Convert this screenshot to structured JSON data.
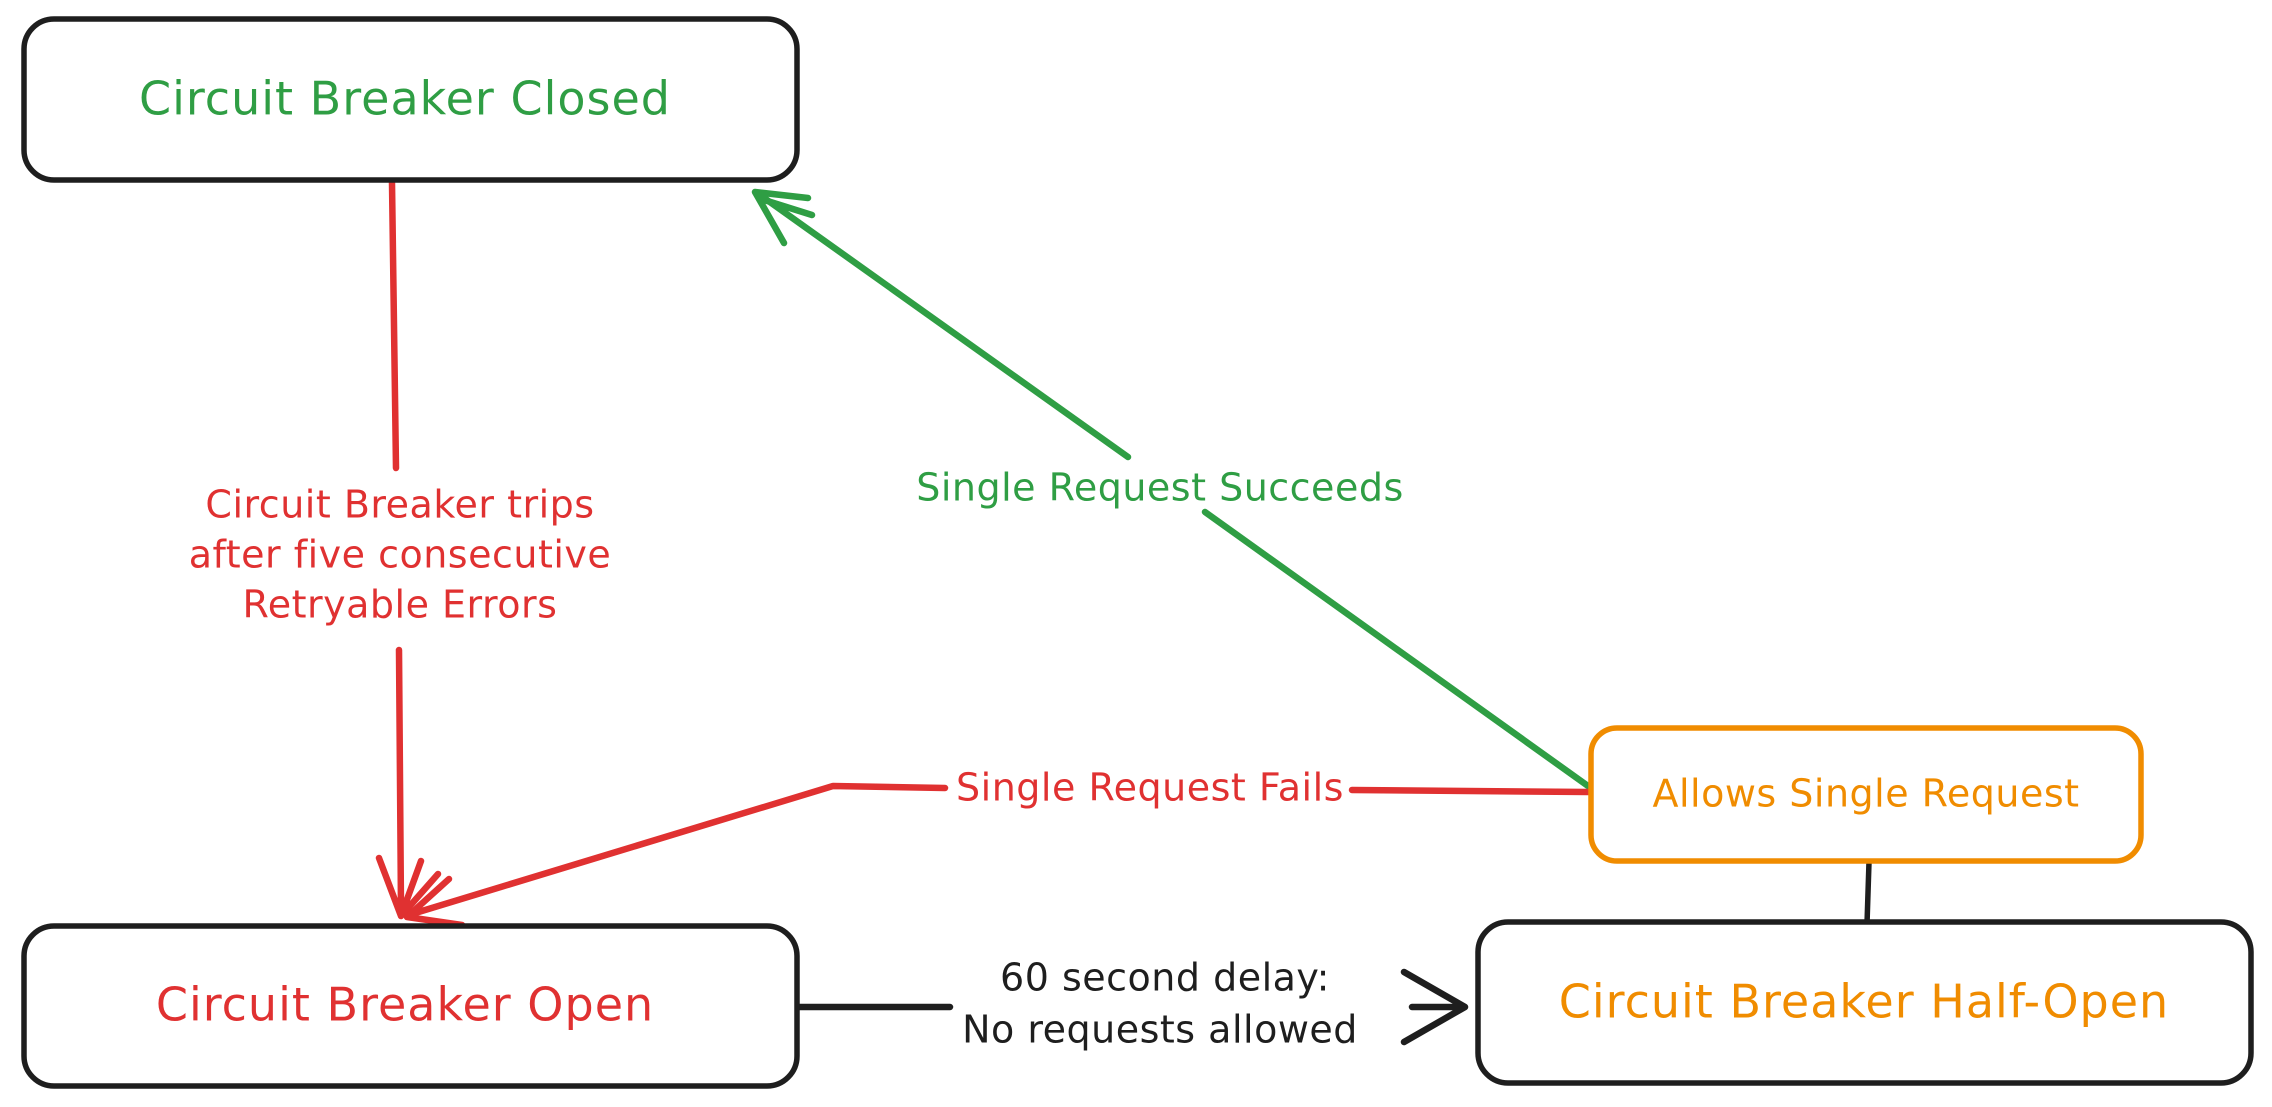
{
  "diagram": {
    "background": "#ffffff",
    "colors": {
      "black": "#1e1e1e",
      "green": "#2f9e44",
      "red": "#e03131",
      "orange": "#f08c00",
      "node_fill": "#ffffff"
    },
    "nodes": {
      "closed": {
        "label": "Circuit Breaker Closed",
        "text_color": "#2f9e44",
        "border_color": "#1e1e1e"
      },
      "open": {
        "label": "Circuit Breaker Open",
        "text_color": "#e03131",
        "border_color": "#1e1e1e"
      },
      "half_open": {
        "label": "Circuit Breaker Half-Open",
        "text_color": "#f08c00",
        "border_color": "#1e1e1e"
      },
      "allows_single_request": {
        "label": "Allows Single Request",
        "text_color": "#f08c00",
        "border_color": "#f08c00"
      }
    },
    "edges": {
      "trips": {
        "color": "#e03131",
        "label_lines": [
          "Circuit Breaker trips",
          "after five consecutive",
          "Retryable Errors"
        ],
        "from": "closed",
        "to": "open"
      },
      "succeeds": {
        "color": "#2f9e44",
        "label": "Single Request Succeeds",
        "from": "allows_single_request",
        "to": "closed"
      },
      "fails": {
        "color": "#e03131",
        "label": "Single Request Fails",
        "from": "allows_single_request",
        "to": "open"
      },
      "delay": {
        "color": "#1e1e1e",
        "label_lines": [
          "60 second delay:",
          "No requests allowed"
        ],
        "from": "open",
        "to": "half_open"
      },
      "connector": {
        "color": "#1e1e1e",
        "from": "allows_single_request",
        "to": "half_open"
      }
    }
  }
}
